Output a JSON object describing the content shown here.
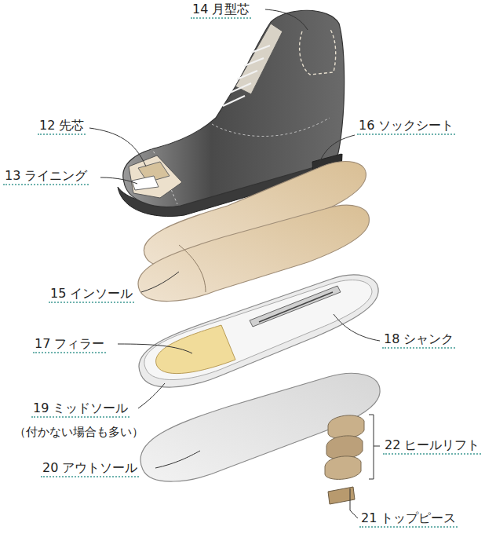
{
  "diagram": {
    "labels": [
      "14 月型芯",
      "12 先芯",
      "16 ソックシート",
      "13 ライニング",
      "15 インソール",
      "17 フィラー",
      "18 シャンク",
      "19 ミッドソール",
      "（付かない場合も多い）",
      "22 ヒールリフト",
      "20 アウトソール",
      "21 トップピース"
    ]
  }
}
